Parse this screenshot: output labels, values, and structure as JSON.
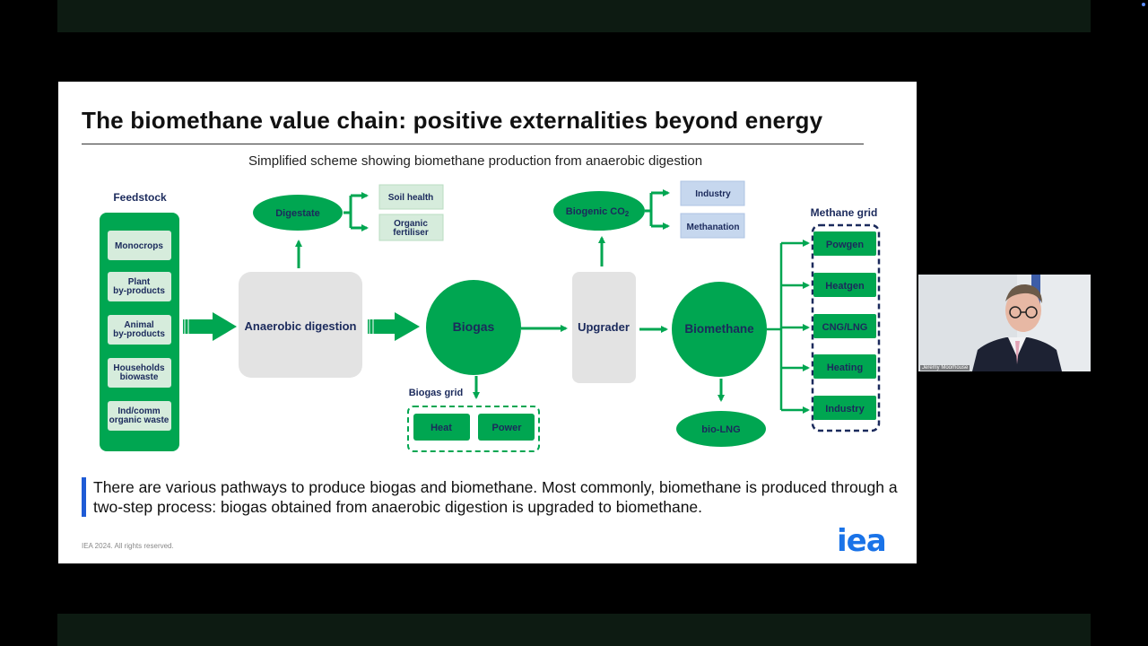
{
  "slide": {
    "title": "The biomethane value chain: positive externalities beyond energy",
    "subtitle": "Simplified scheme showing biomethane production from anaerobic digestion",
    "body": "There are various pathways to produce biogas and biomethane. Most commonly, biomethane is produced through a two-step process: biogas obtained from anaerobic digestion is upgraded to biomethane.",
    "copyright": "IEA 2024. All rights reserved.",
    "logo": "iea"
  },
  "diagram": {
    "feedstock_title": "Feedstock",
    "feedstock": [
      [
        "Monocrops"
      ],
      [
        "Plant",
        "by-products"
      ],
      [
        "Animal",
        "by-products"
      ],
      [
        "Households",
        "biowaste"
      ],
      [
        "Ind/comm",
        "organic waste"
      ]
    ],
    "anaerobic_digestion": "Anaerobic digestion",
    "digestate": "Digestate",
    "digestate_outputs": [
      [
        "Soil health"
      ],
      [
        "Organic",
        "fertiliser"
      ]
    ],
    "biogas": "Biogas",
    "biogas_grid_title": "Biogas grid",
    "biogas_grid": [
      "Heat",
      "Power"
    ],
    "upgrader": "Upgrader",
    "biogenic_co2": "Biogenic CO",
    "biogenic_co2_sub": "2",
    "co2_outputs": [
      "Industry",
      "Methanation"
    ],
    "biomethane": "Biomethane",
    "bio_lng": "bio-LNG",
    "methane_grid_title": "Methane grid",
    "methane_grid": [
      "Powgen",
      "Heatgen",
      "CNG/LNG",
      "Heating",
      "Industry"
    ]
  },
  "colors": {
    "green": "#00a651",
    "light_green": "#d6ecdc",
    "light_blue": "#c6d7ee",
    "grey_box": "#e3e3e3",
    "navy_text": "#1b2a5c",
    "accent_blue": "#1f5bd6"
  },
  "participant": {
    "name": "Jeremy Moorhouse"
  }
}
